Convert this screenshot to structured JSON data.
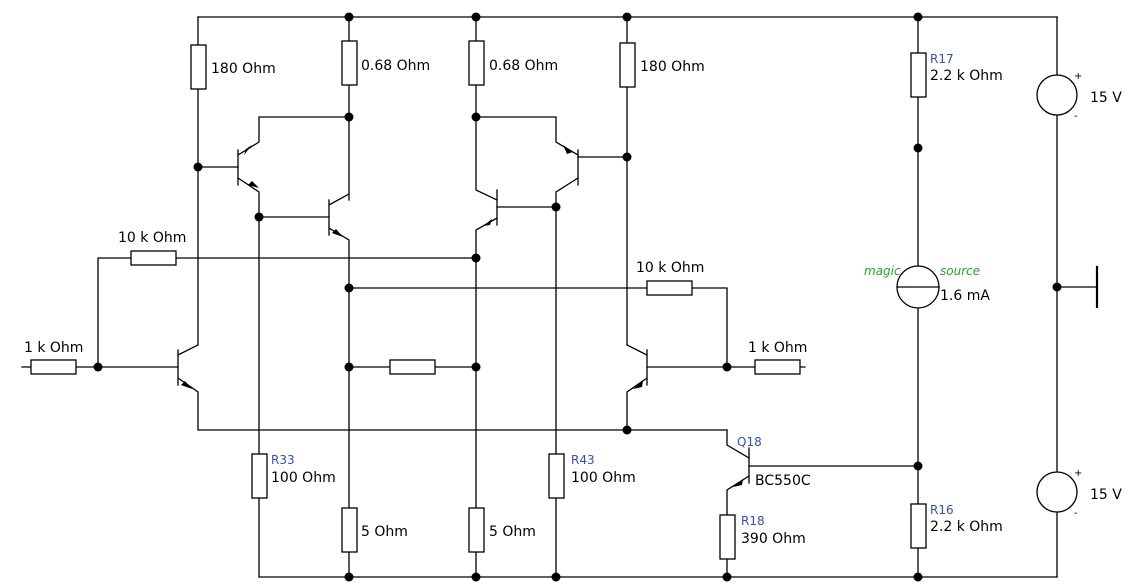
{
  "colors": {
    "wire": "#000000",
    "ref": "#3050c8",
    "magic": "#22aa22"
  },
  "resistors": {
    "r180_left": "180  Ohm",
    "r068_a": "0.68  Ohm",
    "r068_b": "0.68  Ohm",
    "r180_right": "180  Ohm",
    "r17_ref": "R17",
    "r17_val": "2.2 k Ohm",
    "r10k_left": "10 k Ohm",
    "r10k_right": "10 k Ohm",
    "r1k_left": "1 k Ohm",
    "r1k_right": "1 k Ohm",
    "r33_ref": "R33",
    "r33_val": "100  Ohm",
    "r43_ref": "R43",
    "r43_val": "100  Ohm",
    "r5_a": "5  Ohm",
    "r5_b": "5  Ohm",
    "r18_ref": "R18",
    "r18_val": "390  Ohm",
    "r16_ref": "R16",
    "r16_val": "2.2 k Ohm"
  },
  "transistor_q18": {
    "ref": "Q18",
    "model": "BC550C"
  },
  "current_source": {
    "label_left": "magic",
    "label_right": "source",
    "value": "1.6 mA"
  },
  "voltage_sources": {
    "top": {
      "value": "15 V",
      "plus": "+",
      "minus": "-"
    },
    "bottom": {
      "value": "15 V",
      "plus": "+",
      "minus": "-"
    }
  }
}
